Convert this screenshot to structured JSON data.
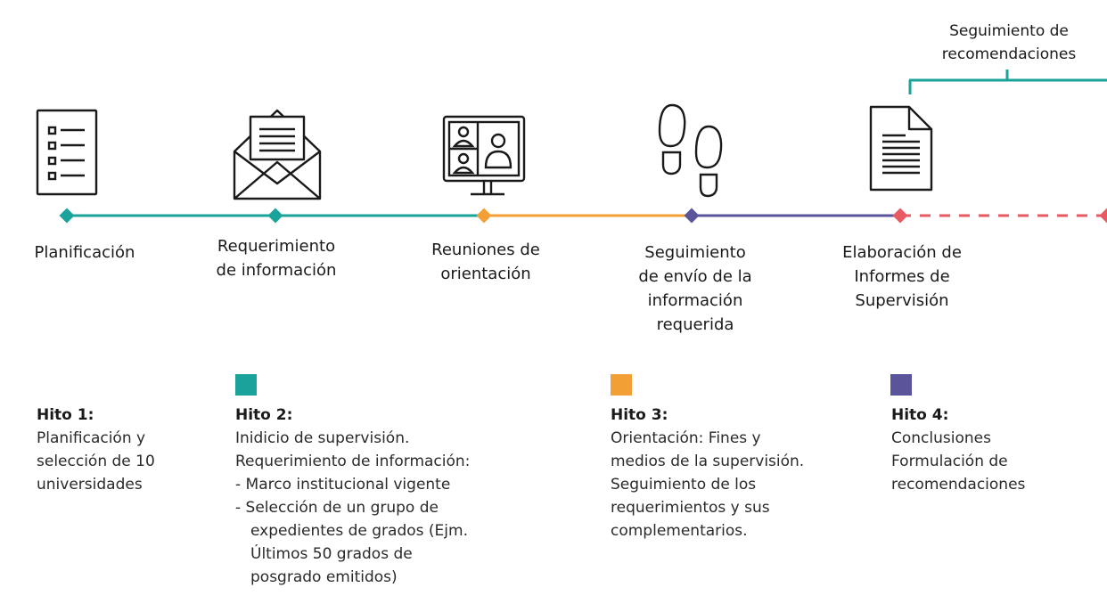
{
  "colors": {
    "teal": "#1aa39a",
    "orange": "#f2a035",
    "purple": "#5a559a",
    "red": "#e85a62",
    "icon": "#1a1a1a"
  },
  "bracket": {
    "title_line1": "Seguimiento de",
    "title_line2": "recomendaciones"
  },
  "stages": [
    {
      "icon": "checklist-icon",
      "lines": [
        "Planificación"
      ]
    },
    {
      "icon": "envelope-icon",
      "lines": [
        "Requerimiento",
        "de información"
      ]
    },
    {
      "icon": "video-meeting-icon",
      "lines": [
        "Reuniones de",
        "orientación"
      ]
    },
    {
      "icon": "footprints-icon",
      "lines": [
        "Seguimiento",
        "de envío de la",
        "información",
        "requerida"
      ]
    },
    {
      "icon": "document-icon",
      "lines": [
        "Elaboración de",
        "Informes de",
        "Supervisión"
      ]
    }
  ],
  "hitos": [
    {
      "title": "Hito 1:",
      "lines": [
        "Planificación y",
        "selección de 10",
        "universidades"
      ]
    },
    {
      "title": "Hito 2:",
      "lines": [
        "Inidicio de supervisión.",
        "Requerimiento de información:"
      ],
      "bullets": [
        {
          "first": "- Marco institucional vigente",
          "cont": []
        },
        {
          "first": "- Selección de un grupo de",
          "cont": [
            "expedientes de grados (Ejm.",
            "Últimos 50 grados de",
            "posgrado emitidos)"
          ]
        }
      ]
    },
    {
      "title": "Hito 3:",
      "lines": [
        "Orientación: Fines y",
        "medios de la supervisión.",
        "Seguimiento de los",
        "requerimientos y sus",
        "complementarios."
      ]
    },
    {
      "title": "Hito 4:",
      "lines": [
        "Conclusiones",
        "Formulación de",
        "recomendaciones"
      ]
    }
  ]
}
